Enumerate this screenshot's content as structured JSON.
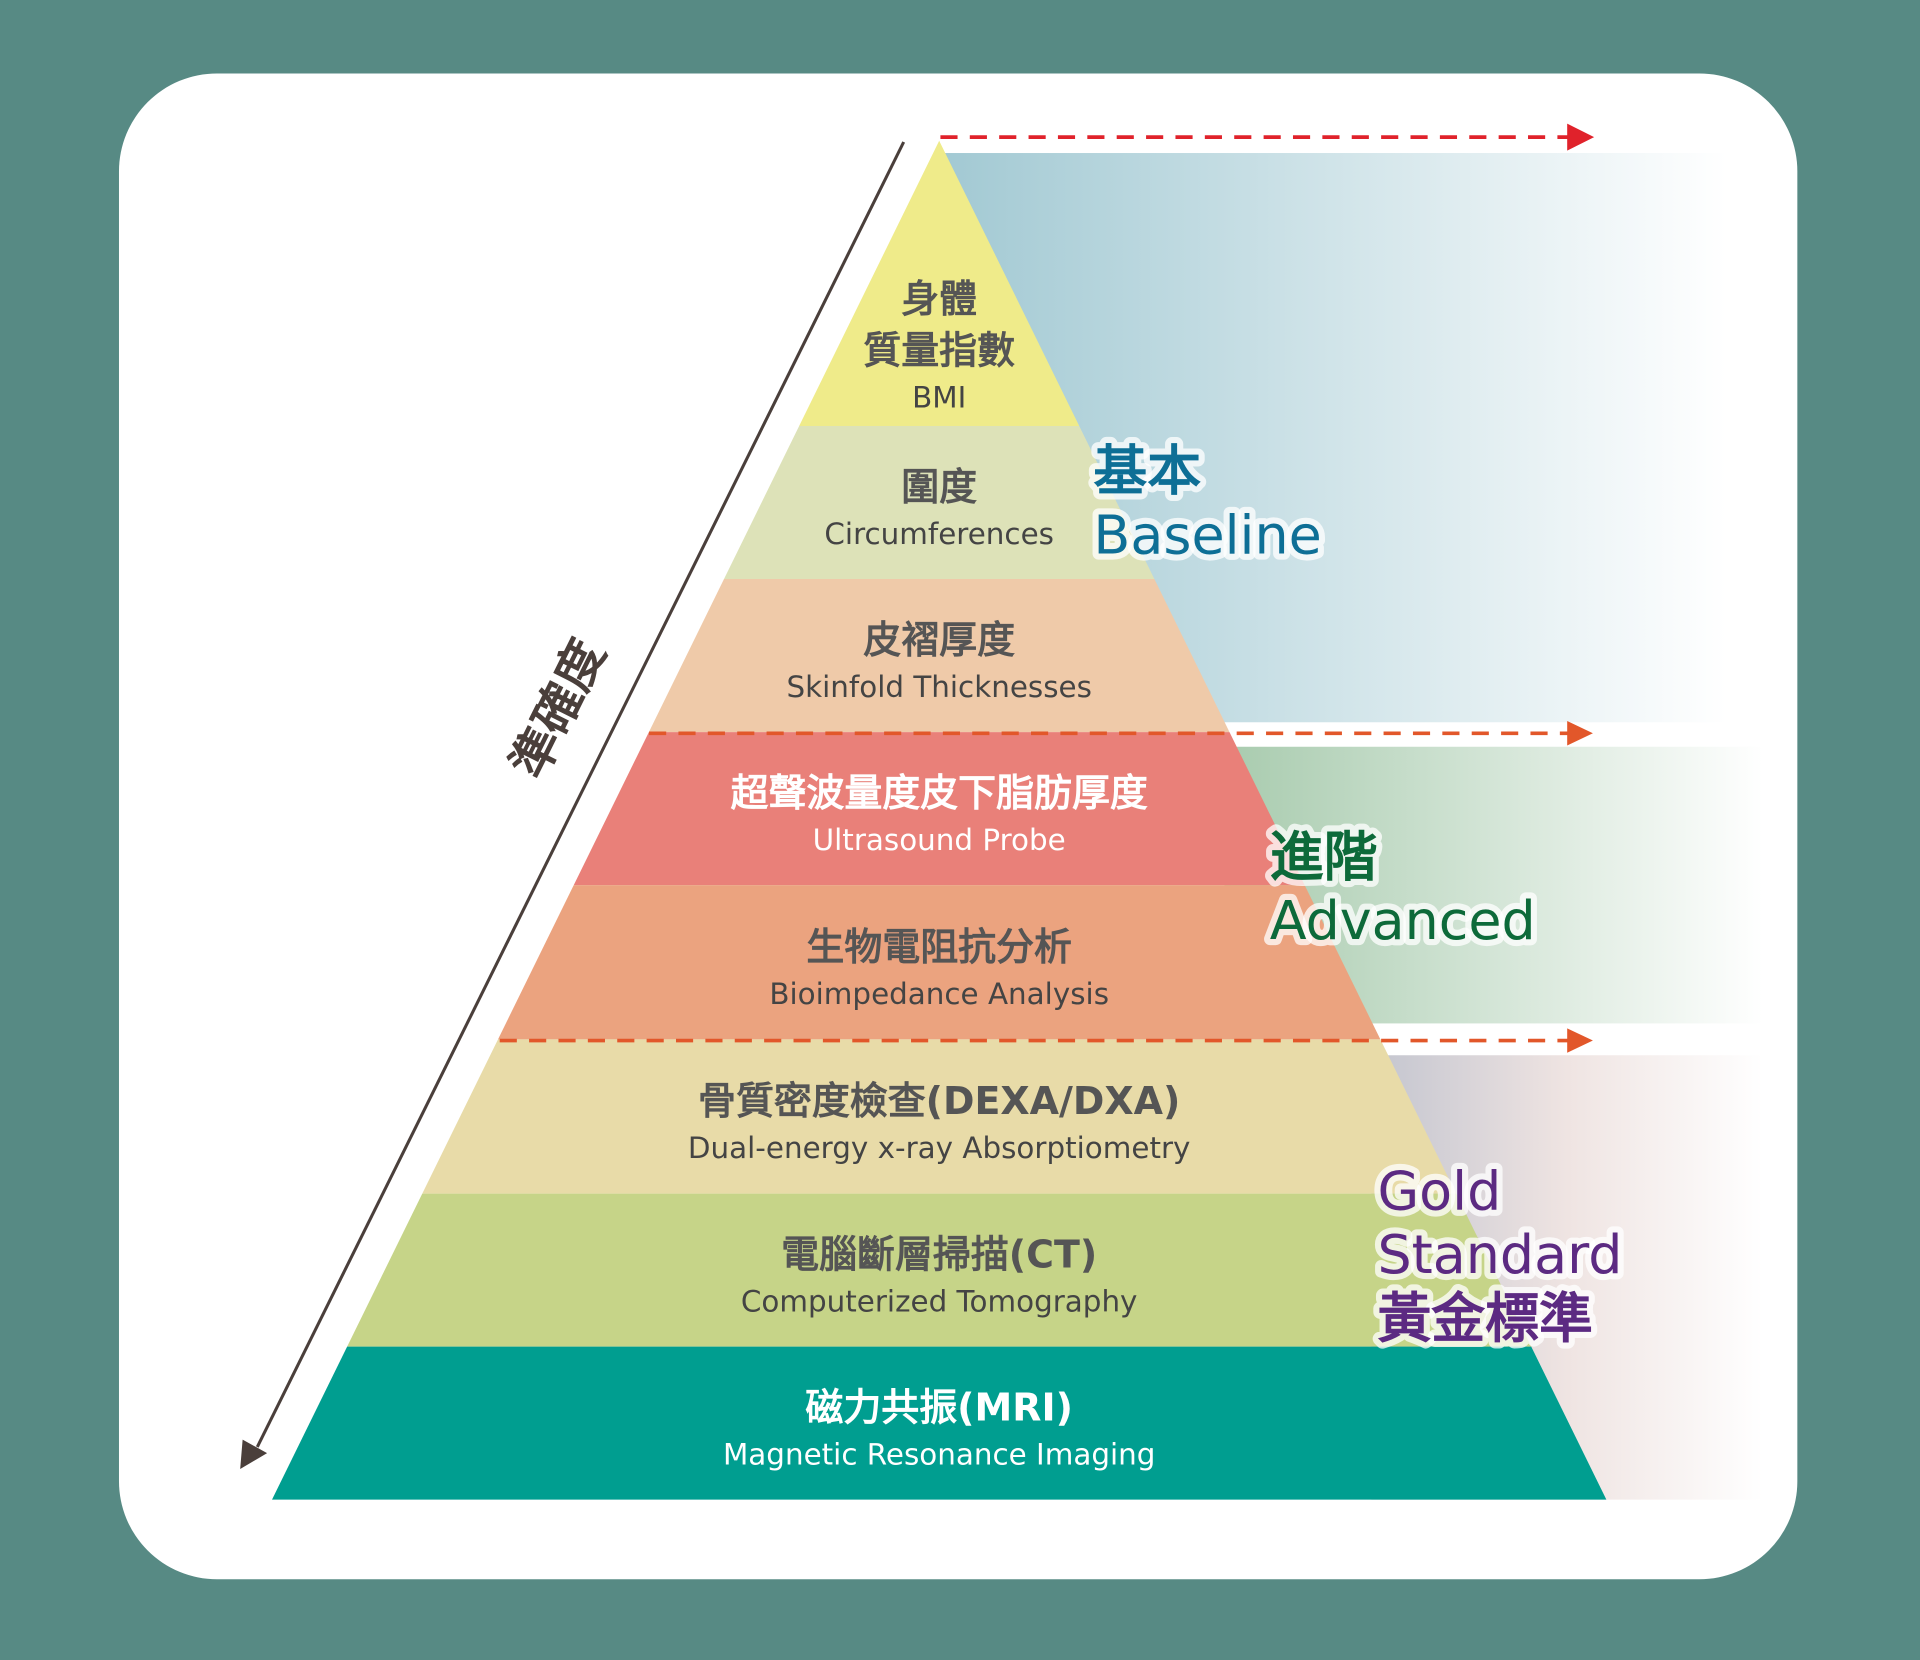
{
  "axis_label": "準確度",
  "levels": [
    {
      "zh": [
        "身體",
        "質量指數"
      ],
      "en": "BMI",
      "color": "#efeb8a"
    },
    {
      "zh": [
        "圍度"
      ],
      "en": "Circumferences",
      "color": "#dde2b8"
    },
    {
      "zh": [
        "皮褶厚度"
      ],
      "en": "Skinfold Thicknesses",
      "color": "#efcaa9"
    },
    {
      "zh": [
        "超聲波量度皮下脂肪厚度"
      ],
      "en": "Ultrasound Probe",
      "color": "#e98079",
      "light": true
    },
    {
      "zh": [
        "生物電阻抗分析"
      ],
      "en": "Bioimpedance Analysis",
      "color": "#eba37f"
    },
    {
      "zh": [
        "骨質密度檢查(DEXA/DXA)"
      ],
      "en": "Dual-energy x-ray Absorptiometry",
      "color": "#e8dba8"
    },
    {
      "zh": [
        "電腦斷層掃描(CT)"
      ],
      "en": "Computerized Tomography",
      "color": "#c6d488"
    },
    {
      "zh": [
        "磁力共振(MRI)"
      ],
      "en": "Magnetic Resonance Imaging",
      "color": "#009e90",
      "light": true
    }
  ],
  "tiers": [
    {
      "lines": [
        "基本",
        "Baseline"
      ],
      "color": "#0e6f96"
    },
    {
      "lines": [
        "進階",
        "Advanced"
      ],
      "color": "#0d6a3a"
    },
    {
      "lines": [
        "Gold",
        "Standard",
        "黃金標準"
      ],
      "color": "#5c2a82"
    }
  ],
  "colors": {
    "background": "#578a84",
    "card": "#ffffff",
    "arrow_top": "#e0222b",
    "arrow_mid": "#e2572a"
  }
}
